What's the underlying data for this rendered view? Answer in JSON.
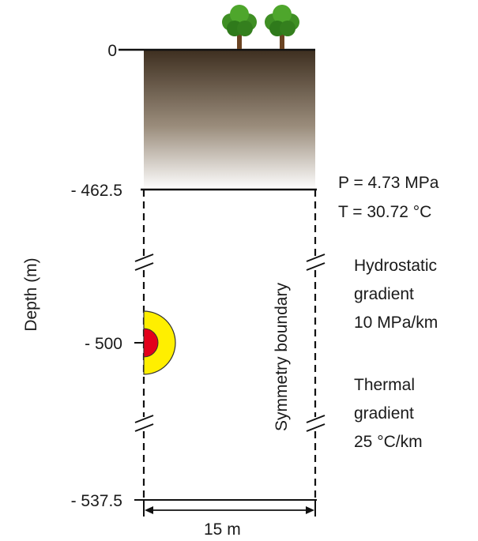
{
  "axis": {
    "label": "Depth (m)",
    "ticks": [
      "0",
      "- 462.5",
      "- 500",
      "- 537.5"
    ]
  },
  "top_conditions": {
    "pressure": "P = 4.73 MPa",
    "temperature": "T = 30.72 °C"
  },
  "hydrostatic": {
    "line1": "Hydrostatic",
    "line2": "gradient",
    "line3": "10 MPa/km"
  },
  "thermal": {
    "line1": "Thermal",
    "line2": "gradient",
    "line3": "25 °C/km"
  },
  "boundary_label": "Symmetry boundary",
  "width_label": "15 m",
  "colors": {
    "soil_top": "#3e2f20",
    "soil_bottom": "#ffffff",
    "inner_zone": "#e3001b",
    "outer_zone": "#ffef00",
    "tree_foliage": "#3f8f24",
    "tree_trunk": "#6b4423"
  },
  "icons": [
    "tree-icon",
    "tree-icon"
  ]
}
